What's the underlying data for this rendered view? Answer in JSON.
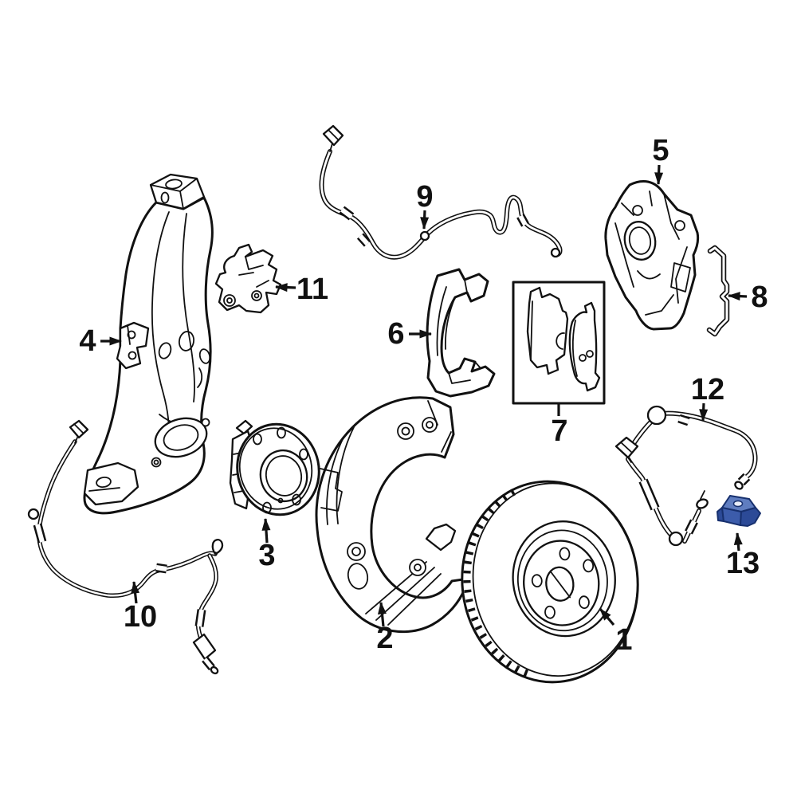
{
  "canvas": {
    "background": "#ffffff",
    "line_color": "#111111"
  },
  "diagram": {
    "kind": "exploded-parts-diagram",
    "subject": "front-disc-brake-assembly",
    "highlight": {
      "fill_top": "#5f7dc0",
      "fill_front": "#3c5cab",
      "fill_side": "#2c4a97",
      "stroke": "#17306e",
      "hole": "#e8edf8"
    },
    "callouts": [
      {
        "number": "1",
        "part": "brake-rotor"
      },
      {
        "number": "2",
        "part": "splash-shield"
      },
      {
        "number": "3",
        "part": "wheel-hub-bearing"
      },
      {
        "number": "4",
        "part": "steering-knuckle"
      },
      {
        "number": "5",
        "part": "brake-caliper"
      },
      {
        "number": "6",
        "part": "caliper-mounting-bracket"
      },
      {
        "number": "7",
        "part": "brake-pad-set"
      },
      {
        "number": "8",
        "part": "anti-rattle-spring"
      },
      {
        "number": "9",
        "part": "pad-wear-sensor"
      },
      {
        "number": "10",
        "part": "abs-wheel-speed-sensor"
      },
      {
        "number": "11",
        "part": "mounting-bracket"
      },
      {
        "number": "12",
        "part": "brake-hose"
      },
      {
        "number": "13",
        "part": "retaining-clip-highlighted"
      }
    ]
  }
}
